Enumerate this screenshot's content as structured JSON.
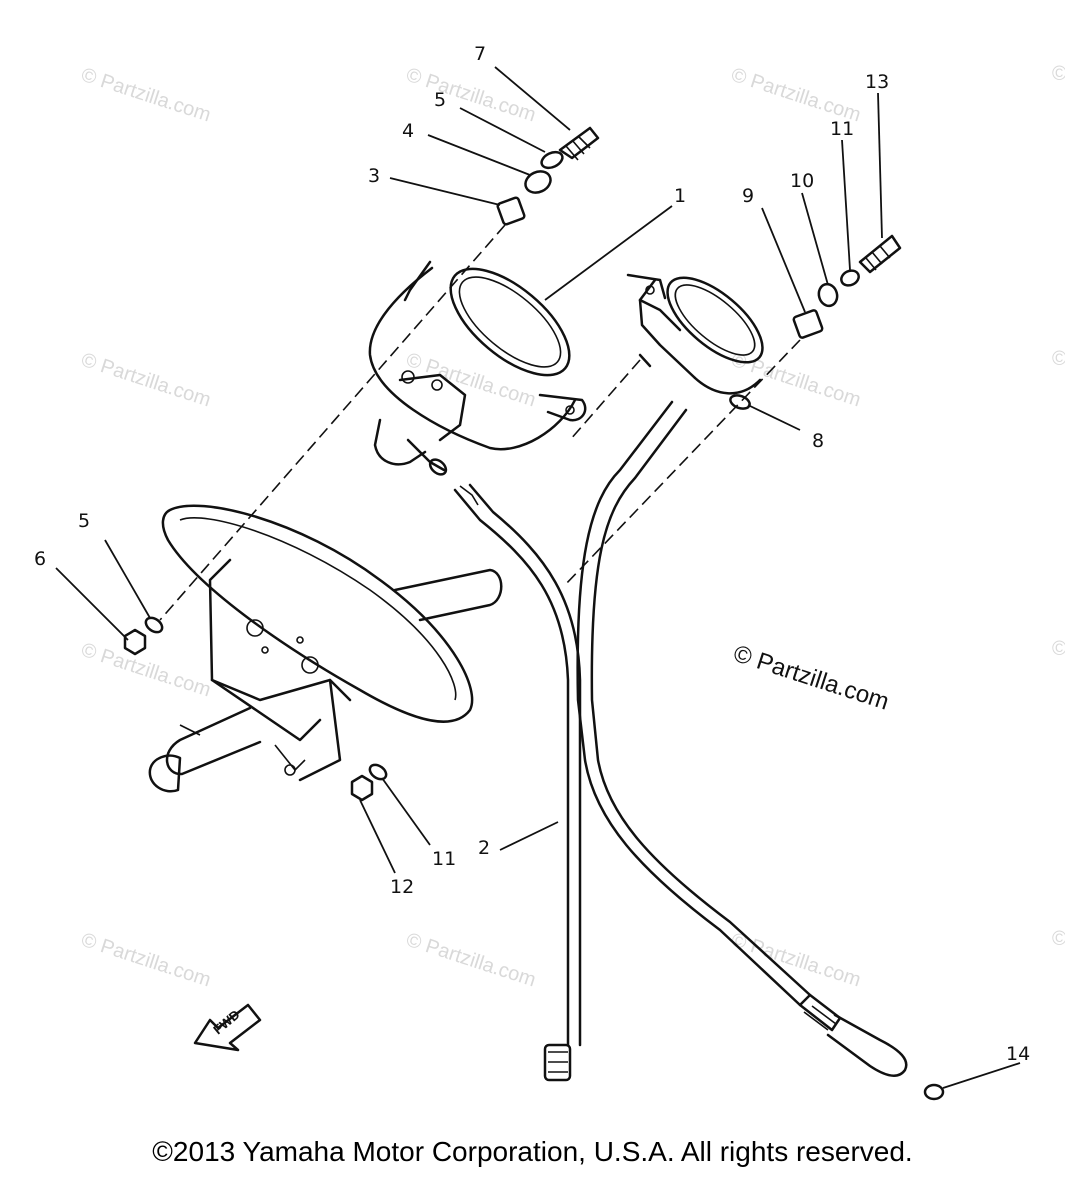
{
  "watermarks": [
    "© Partzilla.com",
    "© Partzilla.com",
    "© Partzilla.com",
    "©",
    "© Partzilla.com",
    "© Partzilla.com",
    "© Partzilla.com",
    "©",
    "© Partzilla.com",
    "©",
    "© Partzilla.com",
    "© Partzilla.com",
    "© Partzilla.com",
    "©"
  ],
  "brand_watermark": "© Partzilla.com",
  "fwd_label": "FWD",
  "callouts": [
    "1",
    "2",
    "3",
    "4",
    "5",
    "5",
    "6",
    "7",
    "8",
    "9",
    "10",
    "11",
    "11",
    "12",
    "13",
    "14"
  ],
  "copyright": "©2013 Yamaha Motor Corporation, U.S.A. All rights reserved."
}
